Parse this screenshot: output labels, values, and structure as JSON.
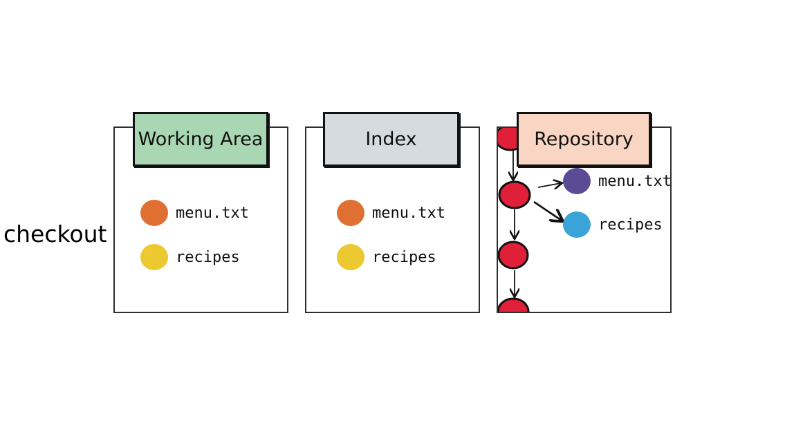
{
  "side_label": "checkout",
  "colors": {
    "orange": "#e06f32",
    "yellow": "#ecc931",
    "commit_red": "#e02038",
    "purple": "#5b4a96",
    "blue": "#3aa4d8",
    "tab_green": "#a9d7b3",
    "tab_gray": "#d5dbde",
    "tab_peach": "#f9d5c4"
  },
  "panels": {
    "working_area": {
      "title": "Working Area",
      "items": [
        {
          "label": "menu.txt",
          "color": "orange"
        },
        {
          "label": "recipes",
          "color": "yellow"
        }
      ]
    },
    "index": {
      "title": "Index",
      "items": [
        {
          "label": "menu.txt",
          "color": "orange"
        },
        {
          "label": "recipes",
          "color": "yellow"
        }
      ]
    },
    "repository": {
      "title": "Repository",
      "items": [
        {
          "label": "menu.txt",
          "color": "purple"
        },
        {
          "label": "recipes",
          "color": "blue"
        }
      ]
    }
  }
}
